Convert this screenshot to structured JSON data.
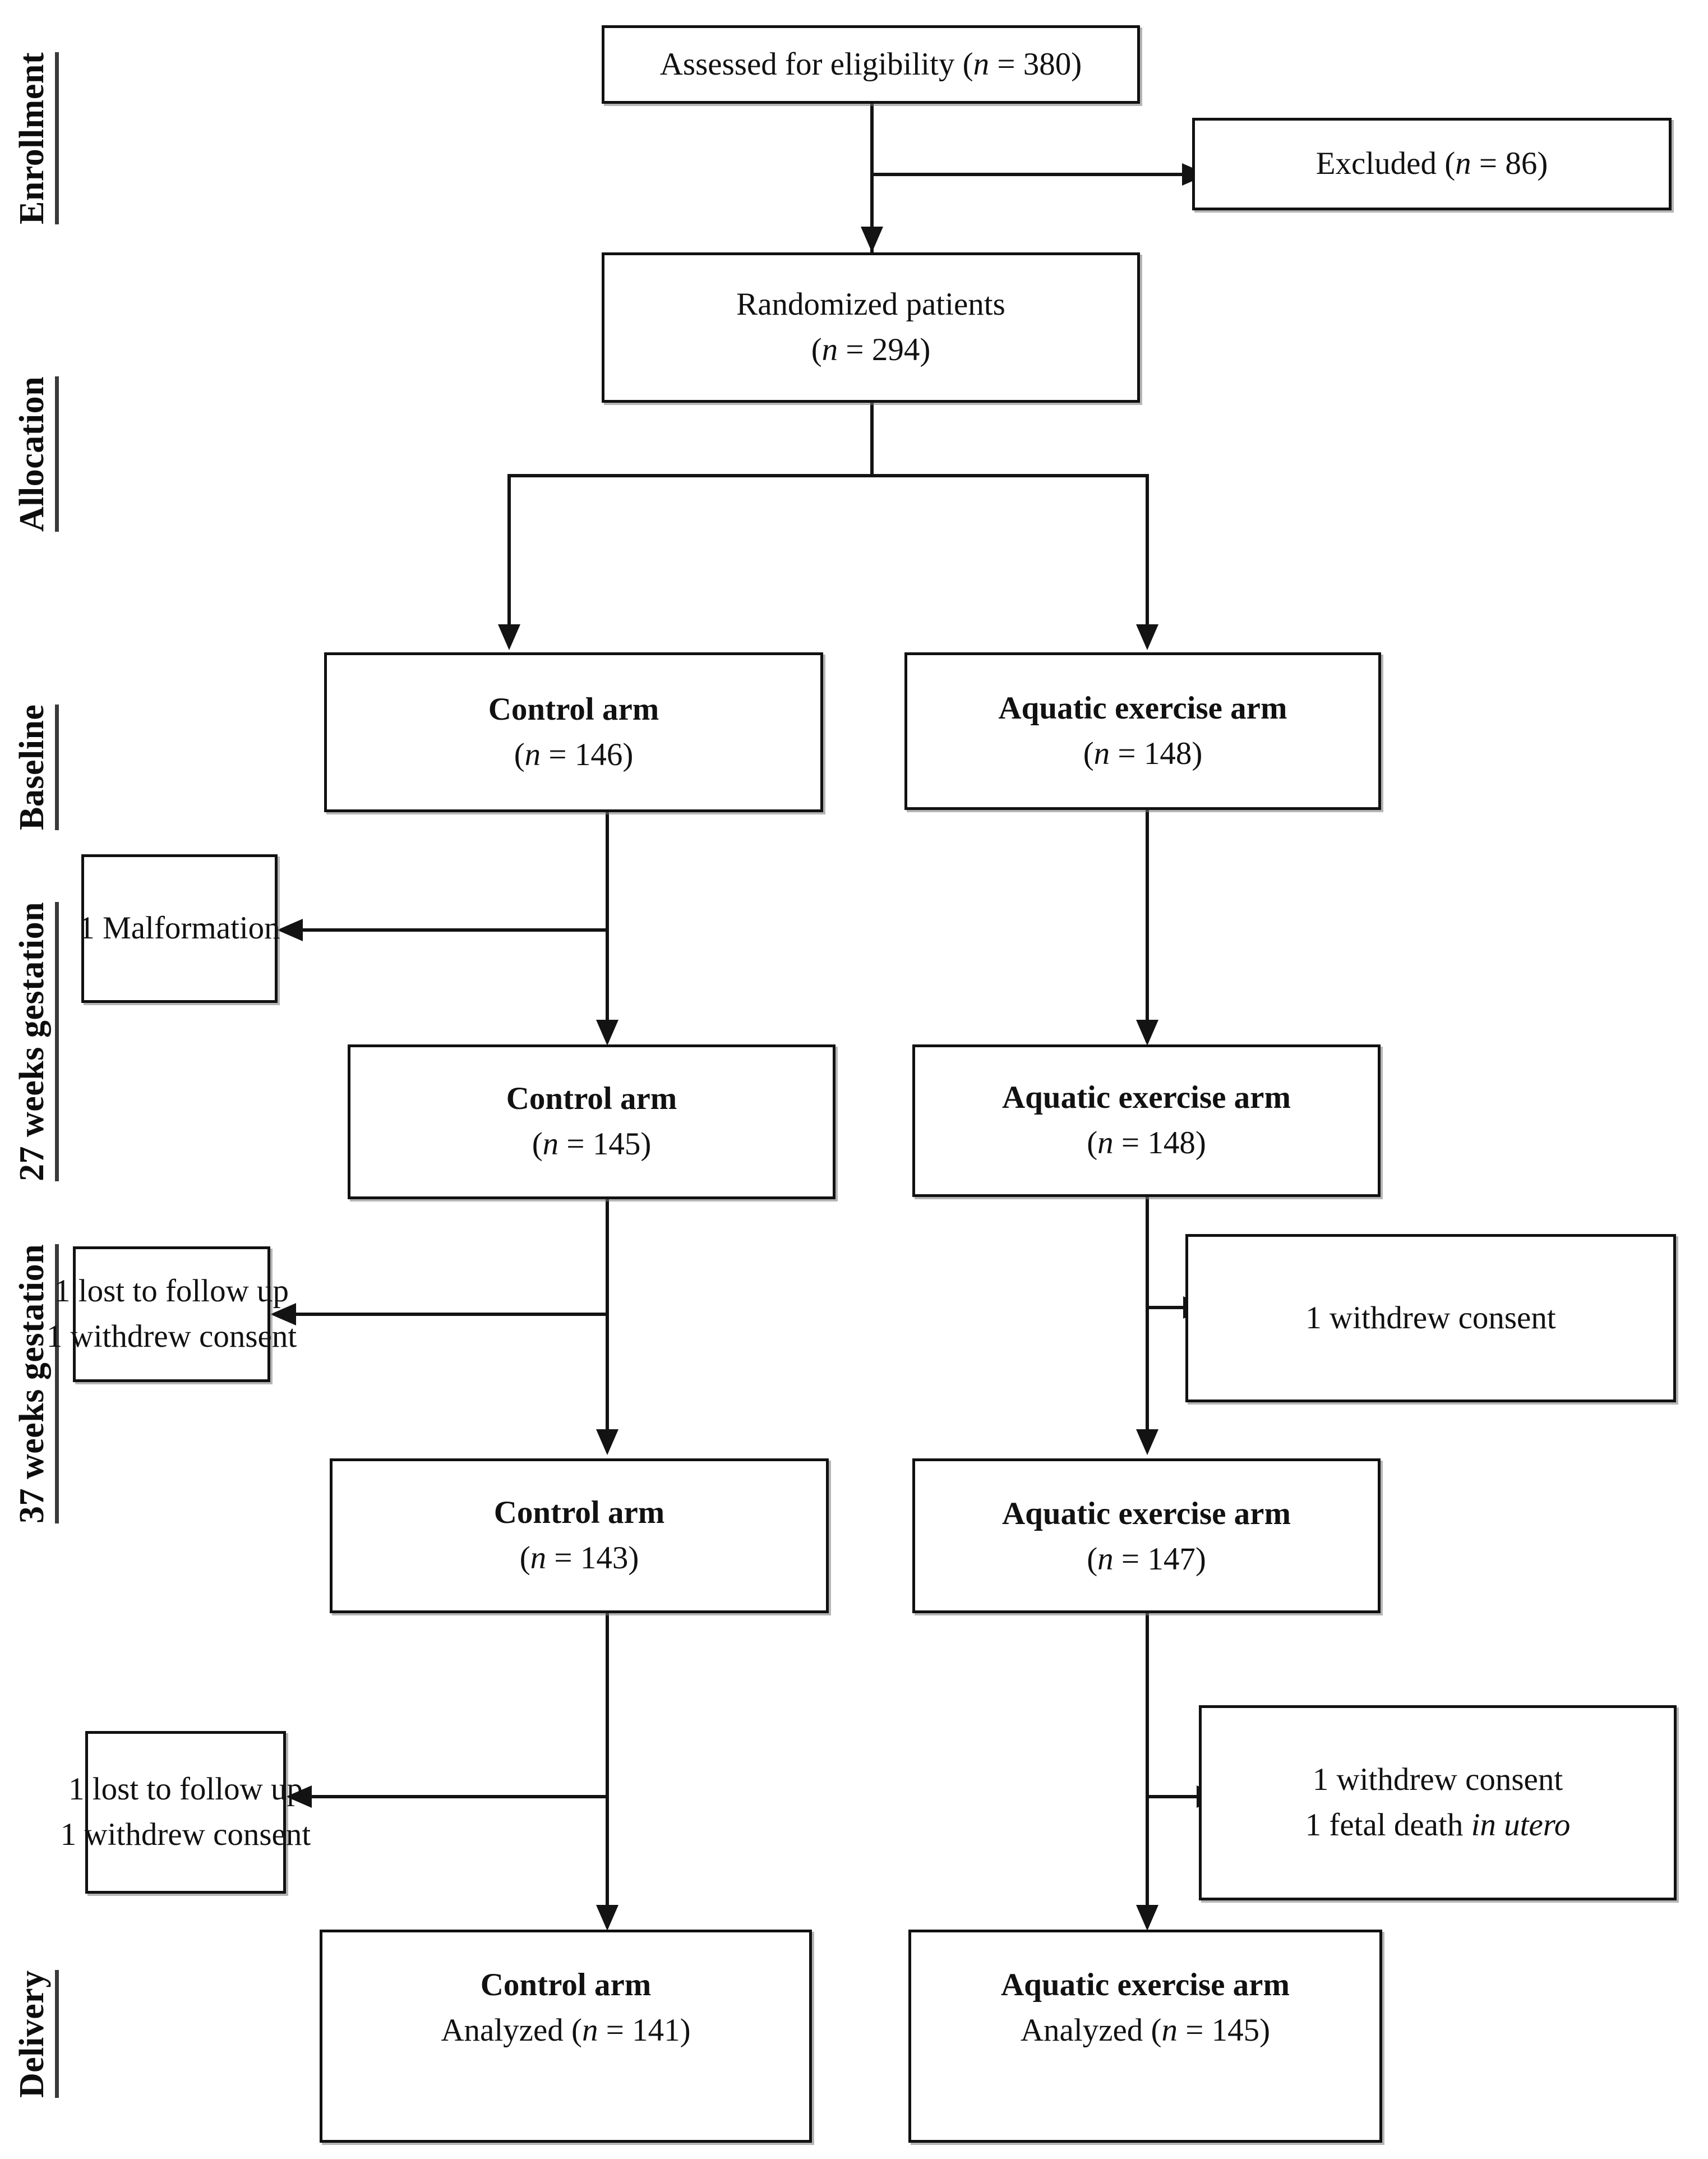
{
  "diagram": {
    "type": "consort-flow-diagram",
    "title": "CONSORT participant flow"
  },
  "stages": [
    {
      "id": "enrollment",
      "label": "Enrollment"
    },
    {
      "id": "allocation",
      "label": "Allocation"
    },
    {
      "id": "baseline",
      "label": "Baseline"
    },
    {
      "id": "gestation27",
      "label": "27 weeks gestation"
    },
    {
      "id": "gestation37",
      "label": "37 weeks gestation"
    },
    {
      "id": "delivery",
      "label": "Delivery"
    }
  ],
  "boxes": {
    "assessed": {
      "line1_prefix": "Assessed for eligibility (",
      "line1_italic": "n",
      "line1_suffix": " = 380)"
    },
    "excluded": {
      "line1_prefix": "Excluded (",
      "line1_italic": "n",
      "line1_suffix": " = 86)"
    },
    "randomized": {
      "line1": "Randomized patients",
      "line2_prefix": "(",
      "line2_italic": "n",
      "line2_suffix": " = 294)"
    },
    "control_baseline": {
      "line1": "Control arm",
      "line2_prefix": "(",
      "line2_italic": "n",
      "line2_suffix": " = 146)"
    },
    "aquatic_baseline": {
      "line1": "Aquatic exercise arm",
      "line2_prefix": "(",
      "line2_italic": "n",
      "line2_suffix": " = 148)"
    },
    "malformation": {
      "line1": "1 Malformation"
    },
    "control_27": {
      "line1": "Control arm",
      "line2_prefix": "(",
      "line2_italic": "n",
      "line2_suffix": " = 145)"
    },
    "aquatic_27": {
      "line1": "Aquatic exercise arm",
      "line2_prefix": "(",
      "line2_italic": "n",
      "line2_suffix": " = 148)"
    },
    "control_loss_27": {
      "line1": "1 lost to follow up",
      "line2": "1 withdrew consent"
    },
    "aquatic_loss_27": {
      "line1": "1 withdrew consent"
    },
    "control_37": {
      "line1": "Control arm",
      "line2_prefix": "(",
      "line2_italic": "n",
      "line2_suffix": " = 143)"
    },
    "aquatic_37": {
      "line1": "Aquatic exercise arm",
      "line2_prefix": "(",
      "line2_italic": "n",
      "line2_suffix": " = 147)"
    },
    "control_loss_37": {
      "line1": "1 lost to follow up",
      "line2": "1 withdrew consent"
    },
    "aquatic_loss_37": {
      "line1": "1 withdrew consent",
      "line2_prefix": "1 fetal death ",
      "line2_italic": "in utero"
    },
    "control_delivery": {
      "line1": "Control arm",
      "line2_prefix": "Analyzed (",
      "line2_italic": "n",
      "line2_suffix": " = 141)"
    },
    "aquatic_delivery": {
      "line1": "Aquatic exercise arm",
      "line2_prefix": "Analyzed (",
      "line2_italic": "n",
      "line2_suffix": " = 145)"
    }
  },
  "flow_data": {
    "assessed_for_eligibility": 380,
    "excluded": 86,
    "randomized": 294,
    "arms": [
      {
        "name": "Control arm",
        "baseline": 146,
        "at_27_weeks": 145,
        "at_37_weeks": 143,
        "analyzed": 141,
        "attrition_before_27_weeks": [
          "1 Malformation"
        ],
        "attrition_before_37_weeks": [
          "1 lost to follow up",
          "1 withdrew consent"
        ],
        "attrition_before_delivery": [
          "1 lost to follow up",
          "1 withdrew consent"
        ]
      },
      {
        "name": "Aquatic exercise arm",
        "baseline": 148,
        "at_27_weeks": 148,
        "at_37_weeks": 147,
        "analyzed": 145,
        "attrition_before_27_weeks": [],
        "attrition_before_37_weeks": [
          "1 withdrew consent"
        ],
        "attrition_before_delivery": [
          "1 withdrew consent",
          "1 fetal death in utero"
        ]
      }
    ]
  },
  "colors": {
    "line": "#131313",
    "box_border": "#111111",
    "text": "#0d0d0d",
    "background": "#ffffff"
  }
}
